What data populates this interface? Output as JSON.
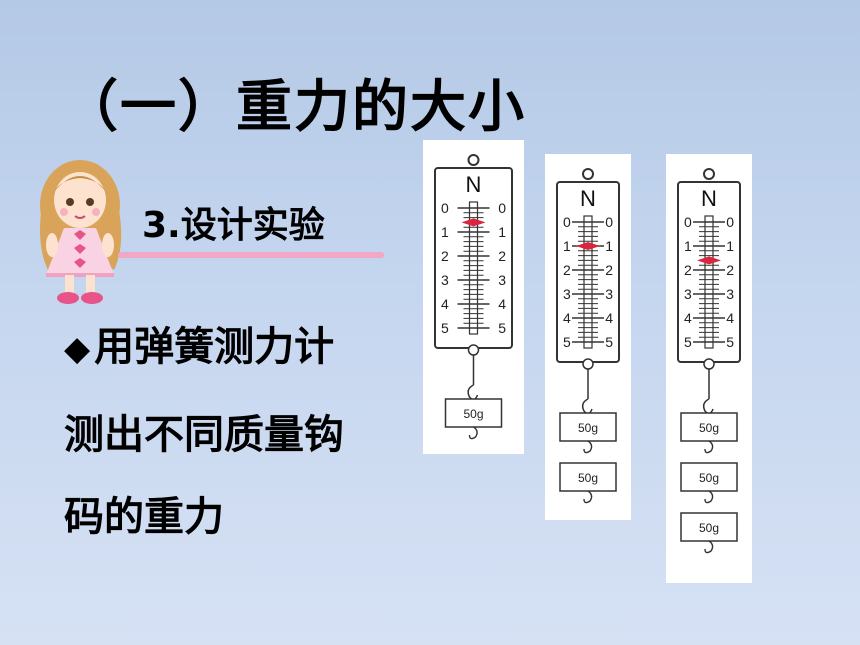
{
  "slide": {
    "title": "（一）重力的大小",
    "subtitle": "3.设计实验",
    "bullet_symbol": "◆",
    "lines": [
      "用弹簧测力计",
      "测出不同质量钩",
      "码的重力"
    ]
  },
  "scales": [
    {
      "unit": "N",
      "reading": 0.6,
      "weights": 1
    },
    {
      "unit": "N",
      "reading": 1.0,
      "weights": 2
    },
    {
      "unit": "N",
      "reading": 1.6,
      "weights": 3
    }
  ],
  "scale_ticks": [
    "0",
    "1",
    "2",
    "3",
    "4",
    "5"
  ],
  "weight_label": "50g",
  "colors": {
    "background": "#c5d6ef",
    "accent_line": "#f2a7c7",
    "indicator": "#d7263d"
  }
}
